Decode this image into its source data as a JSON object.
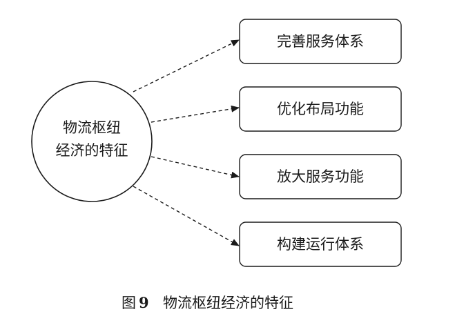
{
  "diagram": {
    "center": {
      "line1": "物流枢纽",
      "line2": "经济的特征"
    },
    "items": [
      "完善服务体系",
      "优化布局功能",
      "放大服务功能",
      "构建运行体系"
    ]
  },
  "caption": {
    "label": "图",
    "number": "9",
    "title": "物流枢纽经济的特征"
  },
  "colors": {
    "stroke": "#1a1a1a",
    "background": "#ffffff"
  }
}
